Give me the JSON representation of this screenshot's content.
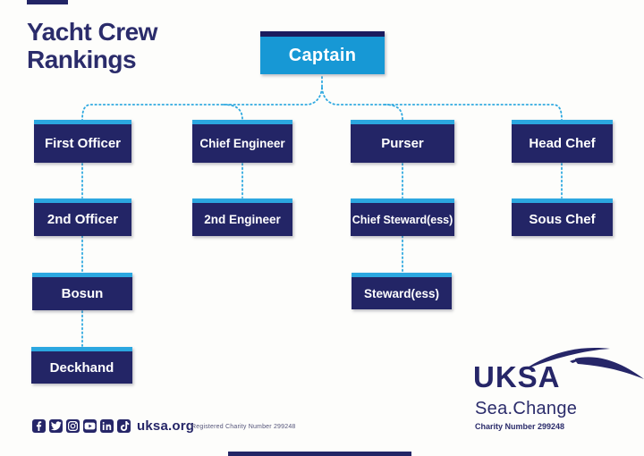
{
  "title": {
    "line1": "Yacht Crew",
    "line2": "Rankings"
  },
  "org": {
    "captain": "Captain",
    "first_officer": "First Officer",
    "second_officer": "2nd Officer",
    "bosun": "Bosun",
    "deckhand": "Deckhand",
    "chief_engineer": "Chief Engineer",
    "second_engineer": "2nd Engineer",
    "purser": "Purser",
    "chief_stewardess": "Chief Steward(ess)",
    "stewardess": "Steward(ess)",
    "head_chef": "Head Chef",
    "sous_chef": "Sous Chef"
  },
  "footer": {
    "website": "uksa.org",
    "registered_charity": "Registered Charity Number 299248",
    "social_icons": [
      "facebook-icon",
      "twitter-icon",
      "instagram-icon",
      "youtube-icon",
      "linkedin-icon",
      "tiktok-icon"
    ]
  },
  "logo": {
    "brand": "UKSA",
    "tagline": "Sea.Change",
    "charity_number": "Charity Number 299248"
  },
  "colors": {
    "navy": "#262668",
    "box_navy": "#232566",
    "captain_blue": "#1798d5",
    "accent_blue": "#2ba7e0",
    "title_navy": "#2b2c6b"
  }
}
